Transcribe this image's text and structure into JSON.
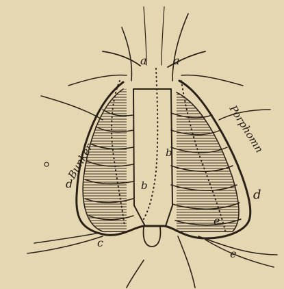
{
  "labels": {
    "a_left": "a",
    "a_right": "a",
    "b_upper": "b",
    "b_lower": "b",
    "c": "c",
    "d_left": "d",
    "d_right": "d",
    "e_mid": "e",
    "e_low": "e",
    "left_side": "Bunker",
    "right_side": "Porphomn"
  },
  "colors": {
    "paper": "#e6d7b3",
    "ink": "#2a2016"
  }
}
